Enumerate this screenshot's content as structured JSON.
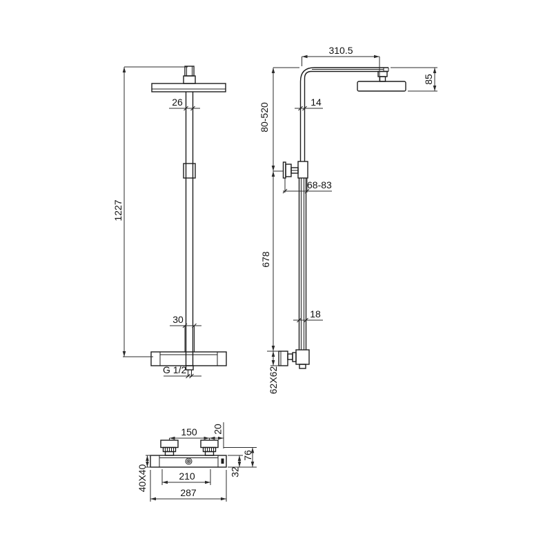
{
  "drawing": {
    "front_view": {
      "dims": {
        "overall_height": "1227",
        "top_pipe_width": "26",
        "bottom_pipe_width": "30",
        "inlet_thread": "G 1/2"
      }
    },
    "side_view": {
      "dims": {
        "arm_length": "310.5",
        "head_height": "85",
        "upper_pipe_width": "14",
        "upper_adjust_range": "80-520",
        "bracket_range": "68-83",
        "lower_pipe_length": "678",
        "lower_pipe_width": "18",
        "escutcheon": "62X62"
      }
    },
    "bottom_view": {
      "dims": {
        "handle_spacing": "150",
        "handle_edge_offset": "20",
        "total_depth": "76",
        "body_height": "32",
        "inner_spacing": "210",
        "overall_width": "287",
        "profile": "40X40"
      }
    }
  }
}
